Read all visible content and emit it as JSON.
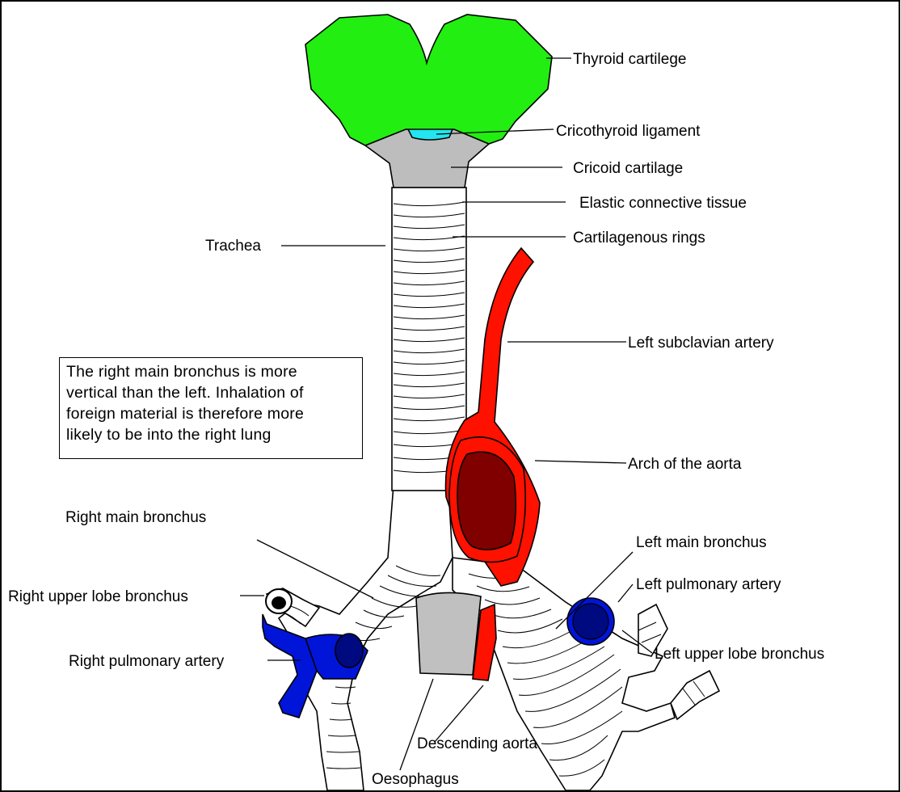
{
  "colors": {
    "thyroid": "#22ee11",
    "cricothyroid": "#22e5f0",
    "cricoid": "#bdbdbd",
    "aorta": "#ff1100",
    "aorta_inner": "#800000",
    "pulmonary": "#0015d8",
    "pulmonary_dark": "#000a80",
    "oesophagus": "#c0c0c0"
  },
  "labels": {
    "thyroid_cartilege": "Thyroid cartilege",
    "cricothyroid_ligament": "Cricothyroid ligament",
    "cricoid_cartilage": "Cricoid cartilage",
    "elastic_connective_tissue": "Elastic connective tissue",
    "trachea": "Trachea",
    "cartilagenous_rings": "Cartilagenous rings",
    "left_subclavian_artery": "Left subclavian artery",
    "arch_of_the_aorta": "Arch of the aorta",
    "right_main_bronchus": "Right main bronchus",
    "left_main_bronchus": "Left main bronchus",
    "left_pulmonary_artery": "Left pulmonary artery",
    "right_upper_lobe_bronchus": "Right upper lobe bronchus",
    "left_upper_lobe_bronchus": "Left upper lobe bronchus",
    "right_pulmonary_artery": "Right pulmonary artery",
    "descending_aorta": "Descending aorta",
    "oesophagus": "Oesophagus"
  },
  "note": {
    "line1": "The right main bronchus is more",
    "line2": "vertical than the left. Inhalation of",
    "line3": "foreign material is therefore more",
    "line4": "likely to be into the right lung"
  }
}
